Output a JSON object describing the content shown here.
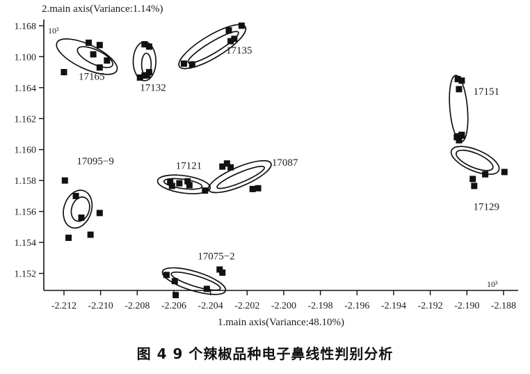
{
  "figure": {
    "caption": "图 4    9 个辣椒品种电子鼻线性判别分析"
  },
  "chart_data": {
    "type": "scatter",
    "title": "",
    "xlabel": "1.main axis(Variance:48.10%)",
    "ylabel": "2.main axis(Variance:1.14%)",
    "x_exponent": "10³",
    "y_exponent": "10³",
    "xlim": [
      -2.2131,
      -2.1872
    ],
    "ylim": [
      1.1509,
      1.1684
    ],
    "grid": false,
    "legend": "none",
    "xticks": [
      "-2.212",
      "-2.210",
      "-2.208",
      "-2.206",
      "-2.204",
      "-2.202",
      "-2.200",
      "-2.198",
      "-2.196",
      "-2.194",
      "-2.192",
      "-2.190",
      "-2.188"
    ],
    "xtick_values": [
      -2.212,
      -2.21,
      -2.208,
      -2.206,
      -2.204,
      -2.202,
      -2.2,
      -2.198,
      -2.196,
      -2.194,
      -2.192,
      -2.19,
      -2.188
    ],
    "yticks": [
      "1.168",
      "1.100",
      "1.164",
      "1.162",
      "1.160",
      "1.158",
      "1.156",
      "1.154",
      "1.152"
    ],
    "ytick_values": [
      1.168,
      1.166,
      1.164,
      1.162,
      1.16,
      1.158,
      1.156,
      1.154,
      1.152
    ],
    "marker": "square",
    "marker_color": "#111111",
    "groups": [
      {
        "name": "17165",
        "label": "17165",
        "label_xy": [
          -2.2112,
          1.1645
        ],
        "points": [
          [
            -2.21065,
            1.1669
          ],
          [
            -2.21005,
            1.16675
          ],
          [
            -2.2104,
            1.16615
          ],
          [
            -2.21005,
            1.1653
          ],
          [
            -2.20965,
            1.16575
          ],
          [
            -2.212,
            1.165
          ]
        ],
        "ellipse_outer": {
          "cx": -2.21075,
          "cy": 1.166,
          "rx": 0.0018,
          "ry": 0.00078,
          "rot": 25
        },
        "ellipse_inner": {
          "cx": -2.2103,
          "cy": 1.16597,
          "rx": 0.00105,
          "ry": 0.00046,
          "rot": 25
        }
      },
      {
        "name": "17132",
        "label": "17132",
        "label_xy": [
          -2.20785,
          1.1638
        ],
        "points": [
          [
            -2.2076,
            1.1668
          ],
          [
            -2.20735,
            1.16665
          ],
          [
            -2.20735,
            1.165
          ],
          [
            -2.2076,
            1.16478
          ],
          [
            -2.20785,
            1.16465
          ],
          [
            -2.20745,
            1.1648
          ]
        ],
        "ellipse_outer": {
          "cx": -2.2076,
          "cy": 1.1657,
          "rx": 0.00062,
          "ry": 0.00125,
          "rot": 0
        },
        "ellipse_inner": {
          "cx": -2.2075,
          "cy": 1.1655,
          "rx": 0.00026,
          "ry": 0.00072,
          "rot": 0
        }
      },
      {
        "name": "17135",
        "label": "17135",
        "label_xy": [
          -2.20315,
          1.1662
        ],
        "points": [
          [
            -2.20545,
            1.16555
          ],
          [
            -2.205,
            1.1655
          ],
          [
            -2.203,
            1.1677
          ],
          [
            -2.2023,
            1.168
          ],
          [
            -2.2029,
            1.167
          ],
          [
            -2.2027,
            1.16715
          ]
        ],
        "ellipse_outer": {
          "cx": -2.2039,
          "cy": 1.16665,
          "rx": 0.0021,
          "ry": 0.00072,
          "rot": -31
        },
        "ellipse_inner": {
          "cx": -2.20385,
          "cy": 1.1666,
          "rx": 0.0016,
          "ry": 0.00036,
          "rot": -31
        }
      },
      {
        "name": "17095-9",
        "label": "17095−9",
        "label_xy": [
          -2.2113,
          1.15905
        ],
        "points": [
          [
            -2.21195,
            1.158
          ],
          [
            -2.21135,
            1.157
          ],
          [
            -2.21105,
            1.1556
          ],
          [
            -2.21005,
            1.1559
          ],
          [
            -2.21175,
            1.1543
          ],
          [
            -2.21055,
            1.1545
          ]
        ],
        "ellipse_outer": {
          "cx": -2.21125,
          "cy": 1.15615,
          "rx": 0.00075,
          "ry": 0.00125,
          "rot": 18
        },
        "ellipse_inner": {
          "cx": -2.2111,
          "cy": 1.15615,
          "rx": 0.00048,
          "ry": 0.0008,
          "rot": 18
        }
      },
      {
        "name": "17121",
        "label": "17121",
        "label_xy": [
          -2.2059,
          1.15875
        ],
        "points": [
          [
            -2.2062,
            1.1579
          ],
          [
            -2.2061,
            1.15765
          ],
          [
            -2.20515,
            1.1577
          ],
          [
            -2.20525,
            1.15795
          ],
          [
            -2.2057,
            1.15782
          ],
          [
            -2.2043,
            1.15735
          ]
        ],
        "ellipse_outer": {
          "cx": -2.20545,
          "cy": 1.15775,
          "rx": 0.00145,
          "ry": 0.00056,
          "rot": 8
        },
        "ellipse_inner": {
          "cx": -2.2055,
          "cy": 1.15778,
          "rx": 0.00105,
          "ry": 0.0003,
          "rot": 8
        }
      },
      {
        "name": "17087",
        "label": "17087",
        "label_xy": [
          -2.20065,
          1.15895
        ],
        "points": [
          [
            -2.20335,
            1.1589
          ],
          [
            -2.2031,
            1.1591
          ],
          [
            -2.2029,
            1.15885
          ],
          [
            -2.2017,
            1.15745
          ],
          [
            -2.2014,
            1.1575
          ]
        ],
        "ellipse_outer": {
          "cx": -2.2024,
          "cy": 1.15825,
          "rx": 0.00185,
          "ry": 0.00062,
          "rot": -23
        },
        "ellipse_inner": {
          "cx": -2.20235,
          "cy": 1.1582,
          "rx": 0.0014,
          "ry": 0.00032,
          "rot": -23
        }
      },
      {
        "name": "17075-2",
        "label": "17075−2",
        "label_xy": [
          -2.2047,
          1.1529
        ],
        "points": [
          [
            -2.2064,
            1.1519
          ],
          [
            -2.20595,
            1.1515
          ],
          [
            -2.2059,
            1.1506
          ],
          [
            -2.2042,
            1.151
          ],
          [
            -2.2035,
            1.15225
          ],
          [
            -2.20335,
            1.15205
          ]
        ],
        "ellipse_outer": {
          "cx": -2.2049,
          "cy": 1.1515,
          "rx": 0.0018,
          "ry": 0.00062,
          "rot": 17
        },
        "ellipse_inner": {
          "cx": -2.2048,
          "cy": 1.1515,
          "rx": 0.0014,
          "ry": 0.00034,
          "rot": 17
        }
      },
      {
        "name": "17151",
        "label": "17151",
        "label_xy": [
          -2.18965,
          1.16355
        ],
        "points": [
          [
            -2.1905,
            1.16455
          ],
          [
            -2.19028,
            1.16445
          ],
          [
            -2.19043,
            1.1639
          ],
          [
            -2.19055,
            1.1608
          ],
          [
            -2.1903,
            1.1609
          ],
          [
            -2.19043,
            1.1606
          ]
        ],
        "ellipse_outer": {
          "cx": -2.19045,
          "cy": 1.16265,
          "rx": 0.00048,
          "ry": 0.00215,
          "rot": -5
        }
      },
      {
        "name": "17129",
        "label": "17129",
        "label_xy": [
          -2.18965,
          1.1561
        ],
        "points": [
          [
            -2.19048,
            1.16085
          ],
          [
            -2.19028,
            1.16095
          ],
          [
            -2.189,
            1.1584
          ],
          [
            -2.18968,
            1.1581
          ],
          [
            -2.1896,
            1.15765
          ],
          [
            -2.18795,
            1.15855
          ]
        ],
        "ellipse_outer": {
          "cx": -2.18955,
          "cy": 1.1593,
          "rx": 0.0014,
          "ry": 0.00068,
          "rot": 23
        },
        "ellipse_inner": {
          "cx": -2.18958,
          "cy": 1.1593,
          "rx": 0.00108,
          "ry": 0.00046,
          "rot": 23
        }
      }
    ]
  }
}
